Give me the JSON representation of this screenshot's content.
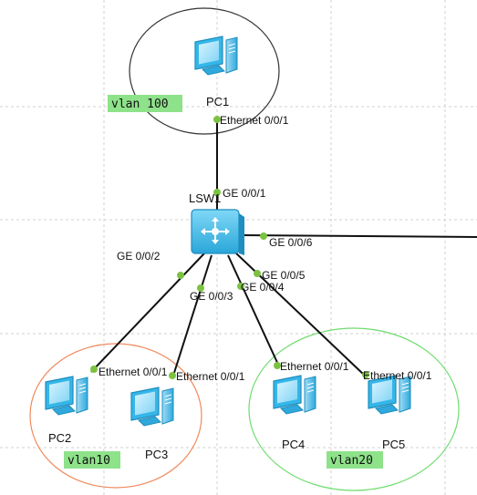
{
  "colors": {
    "link": "#111111",
    "port_dot": "#7cc242",
    "vlan_tag_bg": "#8ee28a",
    "grid": "#d0d0d0",
    "circle_vlan100": "#333333",
    "circle_vlan10": "#f08a5d",
    "circle_vlan20": "#6fdc6f",
    "device_blue": "#35b6e8"
  },
  "switch": {
    "name": "LSW1",
    "icon": "switch-icon"
  },
  "pcs": [
    {
      "name": "PC1",
      "icon": "pc-icon"
    },
    {
      "name": "PC2",
      "icon": "pc-icon"
    },
    {
      "name": "PC3",
      "icon": "pc-icon"
    },
    {
      "name": "PC4",
      "icon": "pc-icon"
    },
    {
      "name": "PC5",
      "icon": "pc-icon"
    }
  ],
  "vlans": [
    {
      "label": "vlan 100"
    },
    {
      "label": "vlan10"
    },
    {
      "label": "vlan20"
    }
  ],
  "ports": {
    "pc1_eth": "Ethernet 0/0/1",
    "sw_ge1": "GE 0/0/1",
    "sw_ge2": "GE 0/0/2",
    "sw_ge3": "GE 0/0/3",
    "sw_ge4": "GE 0/0/4",
    "sw_ge5": "GE 0/0/5",
    "sw_ge6": "GE 0/0/6",
    "pc2_eth": "Ethernet 0/0/1",
    "pc3_eth": "Ethernet 0/0/1",
    "pc4_eth": "Ethernet 0/0/1",
    "pc5_eth": "Ethernet 0/0/1"
  }
}
